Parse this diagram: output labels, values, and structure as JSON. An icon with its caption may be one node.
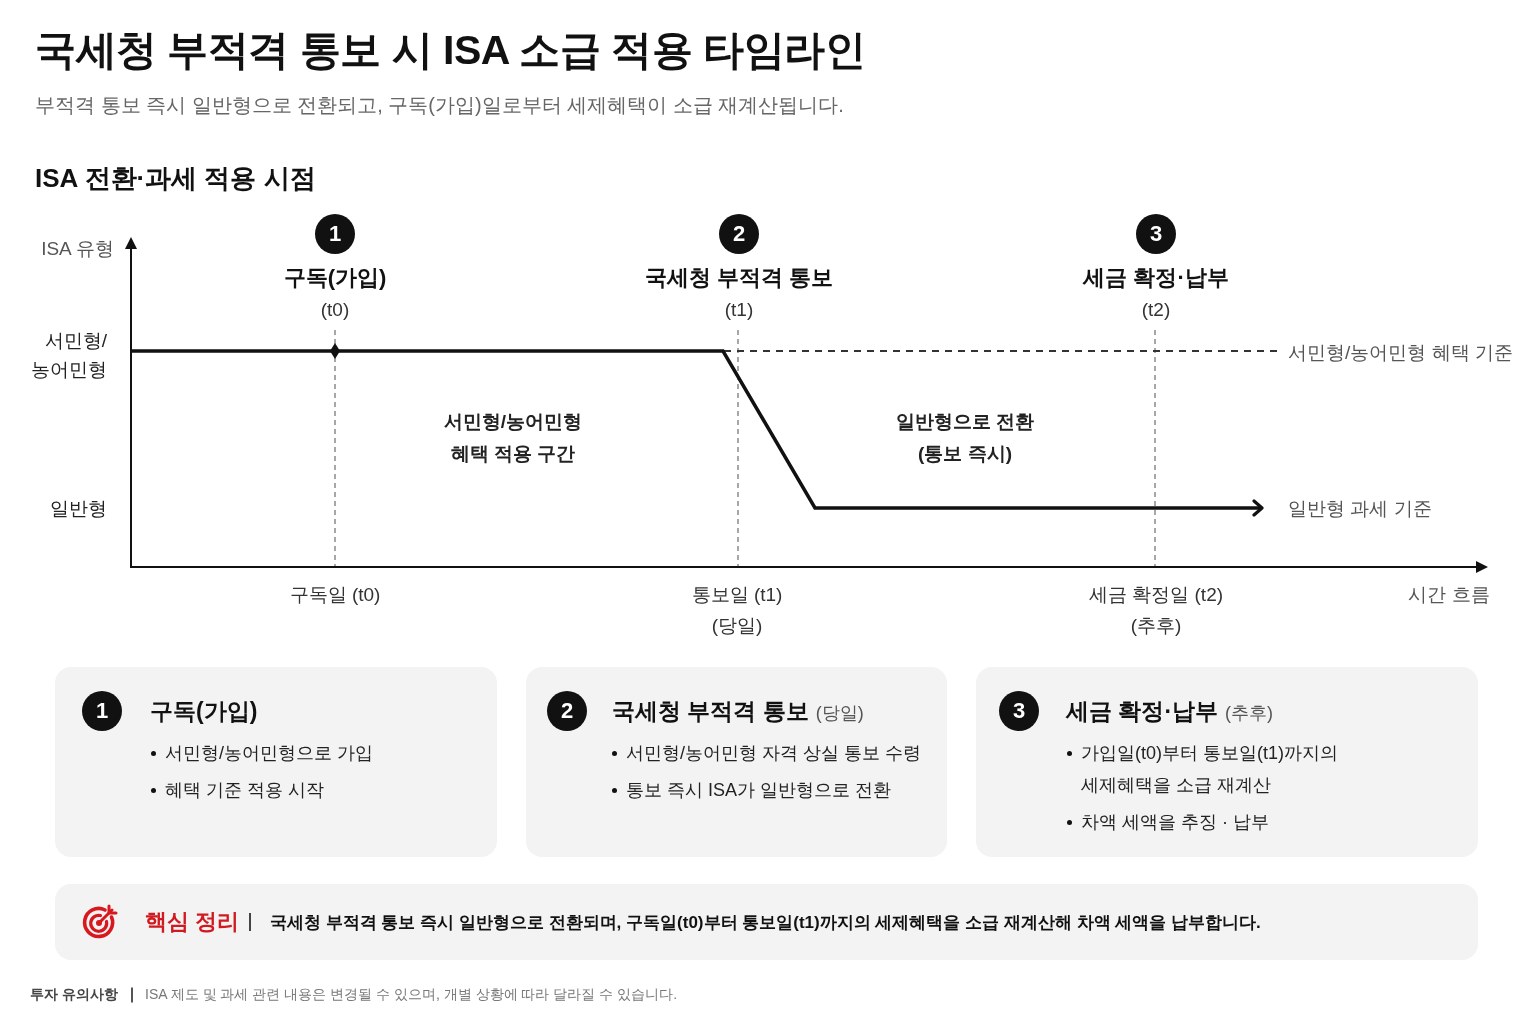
{
  "diagram": {
    "title": "국세청 부적격 통보 시 ISA 소급 적용 타임라인",
    "nodes": [
      {
        "text": [
          "1"
        ],
        "beside": [
          "구독(가입)",
          "(t0)"
        ]
      },
      {
        "text": [
          "2"
        ],
        "beside": [
          "국세청 부적격 통보",
          "(t1)"
        ]
      },
      {
        "text": [
          "3"
        ],
        "beside": [
          "세금 확정·납부",
          "(t2)"
        ]
      },
      {
        "text": [
          "구독(가입)",
          "서민형/농어민형으로 가입",
          "혜택 기준 적용 시작"
        ]
      },
      {
        "text": [
          "1"
        ],
        "in": 3
      },
      {
        "text": [
          "국세청 부적격 통보",
          "(당일)",
          "서민형/농어민형 자격 상실 통보 수령",
          "통보 즉시 ISA가 일반형으로 전환"
        ]
      },
      {
        "text": [
          "2"
        ],
        "in": 5
      },
      {
        "text": [
          "세금 확정·납부",
          "(추후)",
          "가입일(t0)부터 통보일(t1)까지의 세제혜택을 소급 재계산",
          "차액 세액을 추징 · 납부"
        ]
      },
      {
        "text": [
          "3"
        ],
        "in": 7
      },
      {
        "text": [
          "핵심 정리",
          "국세청 부적격 통보 즉시 일반형으로 전환되며, 구독일(t0)부터 통보일(t1)까지의 세제혜택을 소급 재계산해 차액 세액을 납부합니다."
        ]
      }
    ],
    "labels": [
      "부적격 통보 즉시 일반형으로 전환되고, 구독(가입)일로부터 세제혜택이 소급 재계산됩니다.",
      "ISA 전환·과세 적용 시점",
      "ISA 유형",
      "서민형/ 농어민형",
      "서민형/농어민형 혜택 기준",
      "서민형/농어민형 혜택 적용 구간",
      "일반형으로 전환 (통보 즉시)",
      "일반형",
      "일반형 과세 기준",
      "구독일 (t0)",
      "통보일 (t1)",
      "(당일)",
      "세금 확정일 (t2)",
      "(추후)",
      "시간 흐름",
      "투자 유의사항",
      "ISA 제도 및 과세 관련 내용은 변경될 수 있으며, 개별 상황에 따라 달라질 수 있습니다."
    ]
  }
}
